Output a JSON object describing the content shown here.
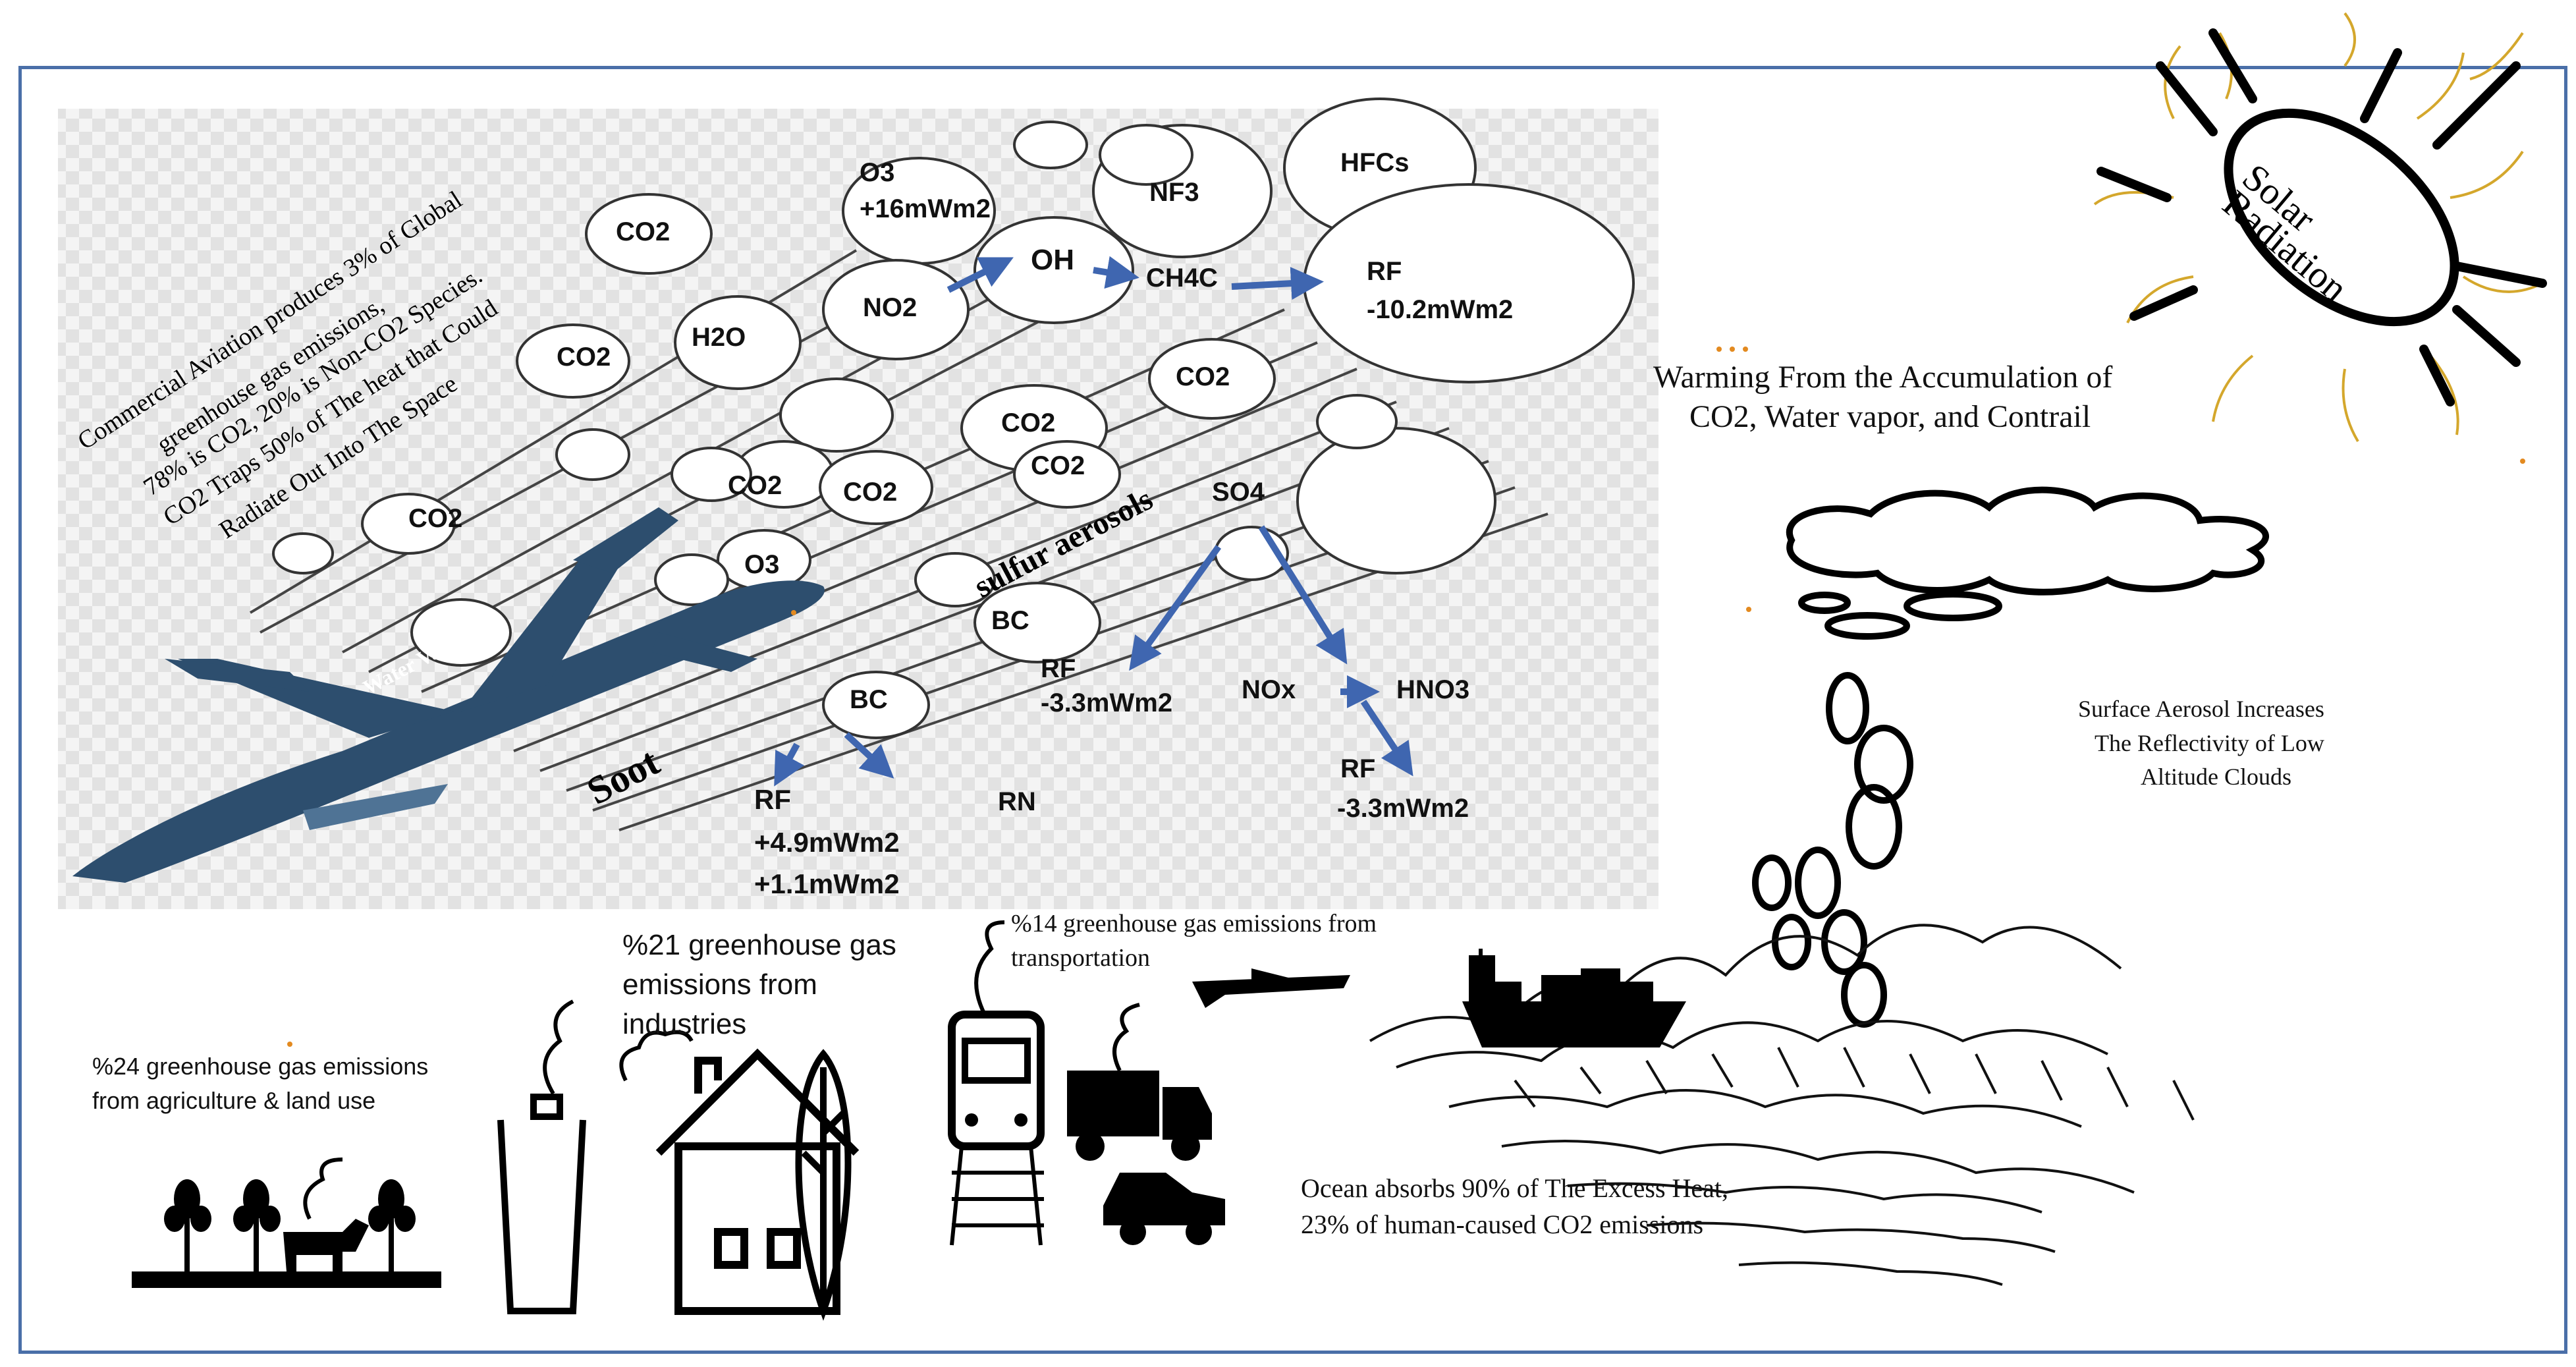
{
  "gases": {
    "o3_top": "O3",
    "o3_rf": "+16mWm2",
    "nf3": "NF3",
    "hfcs": "HFCs",
    "oh": "OH",
    "ch4c": "CH4C",
    "rf_top": "RF",
    "rf_top_val": "-10.2mWm2",
    "co2_a": "CO2",
    "co2_b": "CO2",
    "co2_c": "CO2",
    "co2_d": "CO2",
    "co2_e": "CO2",
    "co2_f": "CO2",
    "co2_g": "CO2",
    "co2_h": "CO2",
    "h2o": "H2O",
    "no2": "NO2",
    "o3_mid": "O3",
    "so4": "SO4",
    "bc_a": "BC",
    "bc_b": "BC",
    "rf_mid": "RF",
    "rf_mid_val": "-3.3mWm2",
    "nox": "NOx",
    "hno3": "HNO3",
    "rf_right": "RF",
    "rf_right_val": "-3.3mWm2",
    "rf_low": "RF",
    "rf_low_val1": "+4.9mWm2",
    "rf_low_val2": "+1.1mWm2",
    "rn": "RN"
  },
  "aviation_text": {
    "line1": "Commercial Aviation produces 3% of Global",
    "line2": "greenhouse gas emissions,",
    "line3": "78%  is CO2, 20% is  Non-CO2 Species.",
    "line4": "CO2 Traps 50% of The heat that Could",
    "line5": "Radiate Out Into  The Space"
  },
  "trail_labels": {
    "sulfur": "sulfur aerosols",
    "water": "Water Vapor",
    "soot": "Soot"
  },
  "sun": {
    "line1": "Solar",
    "line2": "Radiation"
  },
  "warming": {
    "line1": "Warming From the Accumulation of",
    "line2": "CO2,  Water vapor, and Contrail"
  },
  "aerosol": {
    "line1": "Surface Aerosol Increases",
    "line2": "The Reflectivity of Low",
    "line3": "Altitude Clouds"
  },
  "sources": {
    "agri1": "%24 greenhouse gas emissions",
    "agri2": "from agriculture & land use",
    "ind1": "%21 greenhouse gas",
    "ind2": "emissions from",
    "ind3": "industries",
    "trans1": "%14 greenhouse gas emissions  from",
    "trans2": "transportation"
  },
  "ocean": {
    "line1": "Ocean absorbs 90% of The Excess Heat,",
    "line2": "23% of human-caused CO2 emissions"
  },
  "colors": {
    "frame": "#4a6fa8",
    "arrow": "#3f66b0",
    "plane": "#2d4e6e",
    "sun_ray": "#d4a72c"
  }
}
